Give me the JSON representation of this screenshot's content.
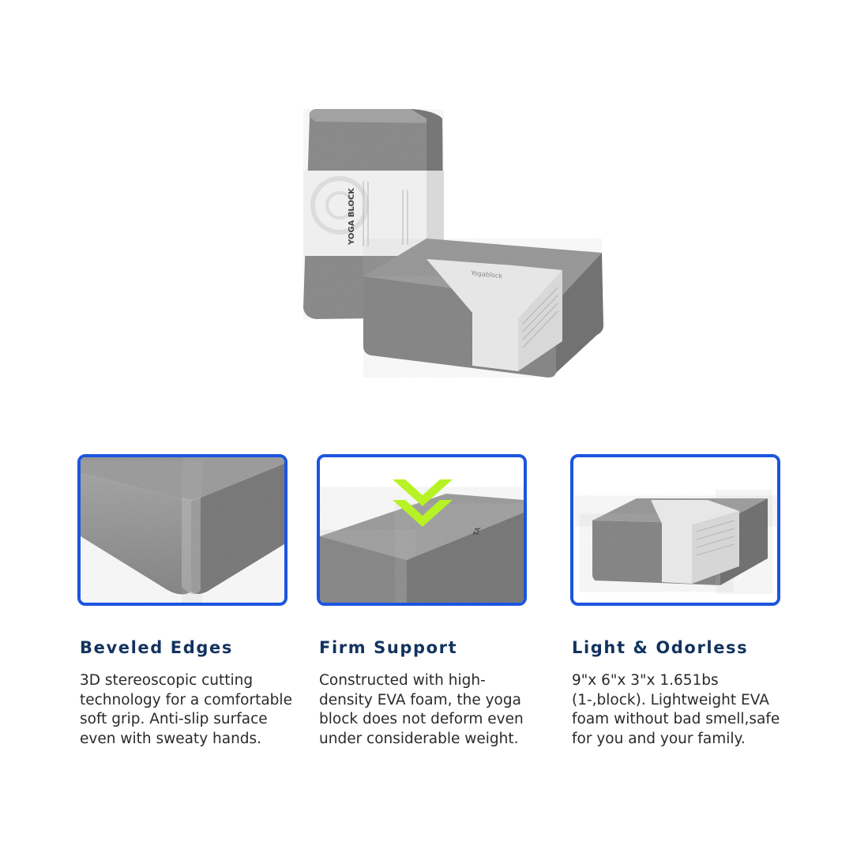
{
  "hero": {
    "band_text_1": "YOGA BLOCK",
    "band_text_2": "Yogablock"
  },
  "features": [
    {
      "title": "Beveled Edges",
      "description": "3D stereoscopic cutting technology for a comfortable soft grip. Anti-slip surface even with sweaty hands.",
      "icon": "beveled-edge-closeup"
    },
    {
      "title": "Firm Support",
      "description": "Constructed with high-density EVA foam, the yoga block does not deform even under considerable weight.",
      "icon": "double-chevron-down-icon"
    },
    {
      "title": "Light & Odorless",
      "description": "9\"x 6\"x 3\"x 1.651bs (1-,block). Lightweight EVA foam without bad smell,safe for you and your family.",
      "icon": "yoga-block-photo"
    }
  ],
  "colors": {
    "panel_border": "#1b55e0",
    "title": "#12335e",
    "body_text": "#2a2a2a",
    "accent_arrow": "#b6f225",
    "foam_gray": "#8f8f8f"
  }
}
